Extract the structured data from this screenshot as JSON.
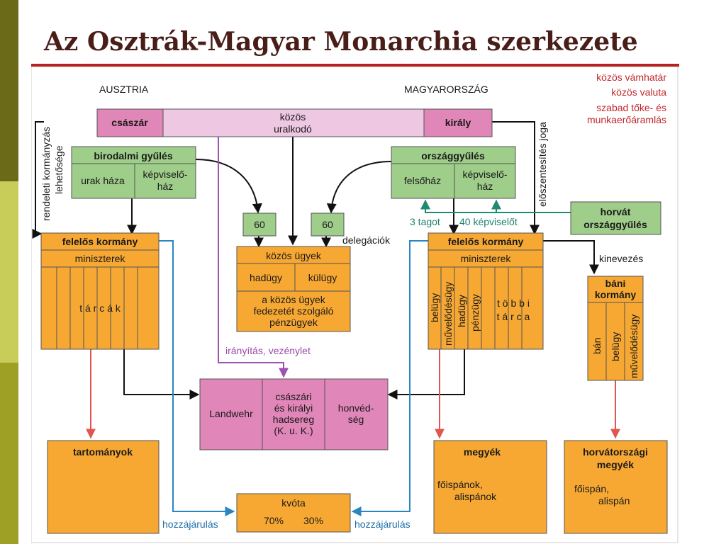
{
  "title": "Az Osztrák-Magyar Monarchia szerkezete",
  "colors": {
    "accent_rule": "#b82020",
    "title_text": "#4a1e18",
    "orange_box": "#f7a833",
    "green_box": "#9fcd8a",
    "pink_box": "#e086b8",
    "light_pink": "#eec7e2",
    "red_arrow": "#e0554f",
    "blue_arrow": "#2a86c0",
    "teal_arrow": "#1f8a70",
    "purple_arrow": "#9c52b0"
  },
  "side_labels": {
    "ausztria": "AUSZTRIA",
    "magyarorszag": "MAGYARORSZÁG",
    "rendeleti": [
      "rendeleti kormányzás",
      "lehetősége"
    ],
    "eloszentesites": "előszentesítés joga"
  },
  "common_features": [
    "közös vámhatár",
    "közös valuta",
    "szabad tőke- és",
    "munkaerőáramlás"
  ],
  "top": {
    "csaszar": "császár",
    "kozos_uralkodo": [
      "közös",
      "uralkodó"
    ],
    "kiraly": "király"
  },
  "austria": {
    "birodalmi": "birodalmi gyűlés",
    "urak_haza": "urak háza",
    "kepviselohaz": [
      "képviselő-",
      "ház"
    ],
    "felelos_korm": "felelős kormány",
    "miniszterek": "miniszterek",
    "tarcak": "t á r c á k",
    "tartomanyok": "tartományok"
  },
  "hungary": {
    "orszaggyules": "országgyűlés",
    "felsohaz": "felsőház",
    "kepviselohaz": [
      "képviselő-",
      "ház"
    ],
    "felelos_korm": "felelős kormány",
    "miniszterek": "miniszterek",
    "ministries": [
      "belügy",
      "művelődésügy",
      "hadügy",
      "pénzügy"
    ],
    "tobbi_tarca": [
      "t ö b b i",
      "t á r c a"
    ],
    "megyek": "megyék",
    "megyek_sub": [
      "főispánok,",
      "alispánok"
    ]
  },
  "delegation": {
    "left": "60",
    "right": "60",
    "label": "delegációk"
  },
  "common_affairs": {
    "title": "közös ügyek",
    "hadugy": "hadügy",
    "kulugy": "külügy",
    "finance": [
      "a közös ügyek",
      "fedezetét szolgáló",
      "pénzügyek"
    ]
  },
  "croatia": {
    "sabor": [
      "horvát",
      "országgyűlés"
    ],
    "three": "3 tagot",
    "forty": "40 képviselőt",
    "kinevezes": "kinevezés",
    "bani": [
      "báni",
      "kormány"
    ],
    "bani_cols": [
      "bán",
      "belügy",
      "művelődésügy"
    ],
    "counties": [
      "horvátországi",
      "megyék"
    ],
    "counties_sub": [
      "főispán,",
      "alispán"
    ]
  },
  "army": {
    "iranyitas": "irányítás, vezénylet",
    "landwehr": "Landwehr",
    "kuk": [
      "császári",
      "és királyi",
      "hadsereg",
      "(K. u. K.)"
    ],
    "honved": [
      "honvéd-",
      "ség"
    ]
  },
  "kvota": {
    "title": "kvóta",
    "austria_pct": "70%",
    "hungary_pct": "30%",
    "hozzajarulas_left": "hozzájárulás",
    "hozzajarulas_right": "hozzájárulás"
  }
}
